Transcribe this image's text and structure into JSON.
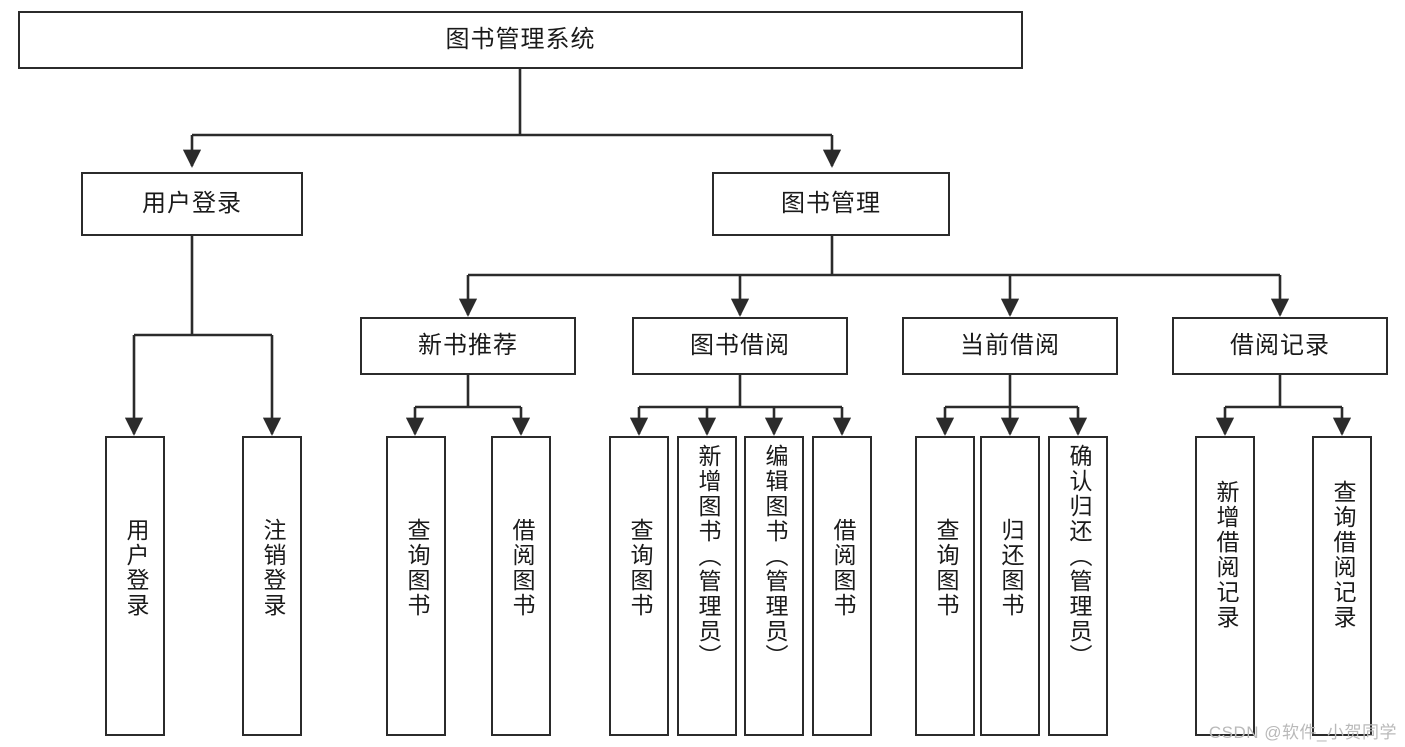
{
  "diagram": {
    "title": "图书管理系统",
    "type": "tree-hierarchy",
    "orientation": "top-down",
    "colors": {
      "background": "#ffffff",
      "stroke": "#2b2b2b",
      "text": "#1a1a1a",
      "watermark": "#b9b9b9"
    }
  },
  "watermark": {
    "text": "CSDN @软件_小贺同学"
  },
  "nodes": {
    "root": {
      "label": "图书管理系统"
    },
    "level2": [
      {
        "label": "用户登录"
      },
      {
        "label": "图书管理"
      }
    ],
    "level3": [
      {
        "label": "新书推荐"
      },
      {
        "label": "图书借阅"
      },
      {
        "label": "当前借阅"
      },
      {
        "label": "借阅记录"
      }
    ],
    "leaves": {
      "user_login": [
        {
          "label": "用户登录"
        },
        {
          "label": "注销登录"
        }
      ],
      "new_book_rec": [
        {
          "label": "查询图书"
        },
        {
          "label": "借阅图书"
        }
      ],
      "book_borrow": [
        {
          "label": "查询图书"
        },
        {
          "label": "新增图书（管理员）"
        },
        {
          "label": "编辑图书（管理员）"
        },
        {
          "label": "借阅图书"
        }
      ],
      "current_borrow": [
        {
          "label": "查询图书"
        },
        {
          "label": "归还图书"
        },
        {
          "label": "确认归还（管理员）"
        }
      ],
      "borrow_record": [
        {
          "label": "新增借阅记录"
        },
        {
          "label": "查询借阅记录"
        }
      ]
    }
  }
}
